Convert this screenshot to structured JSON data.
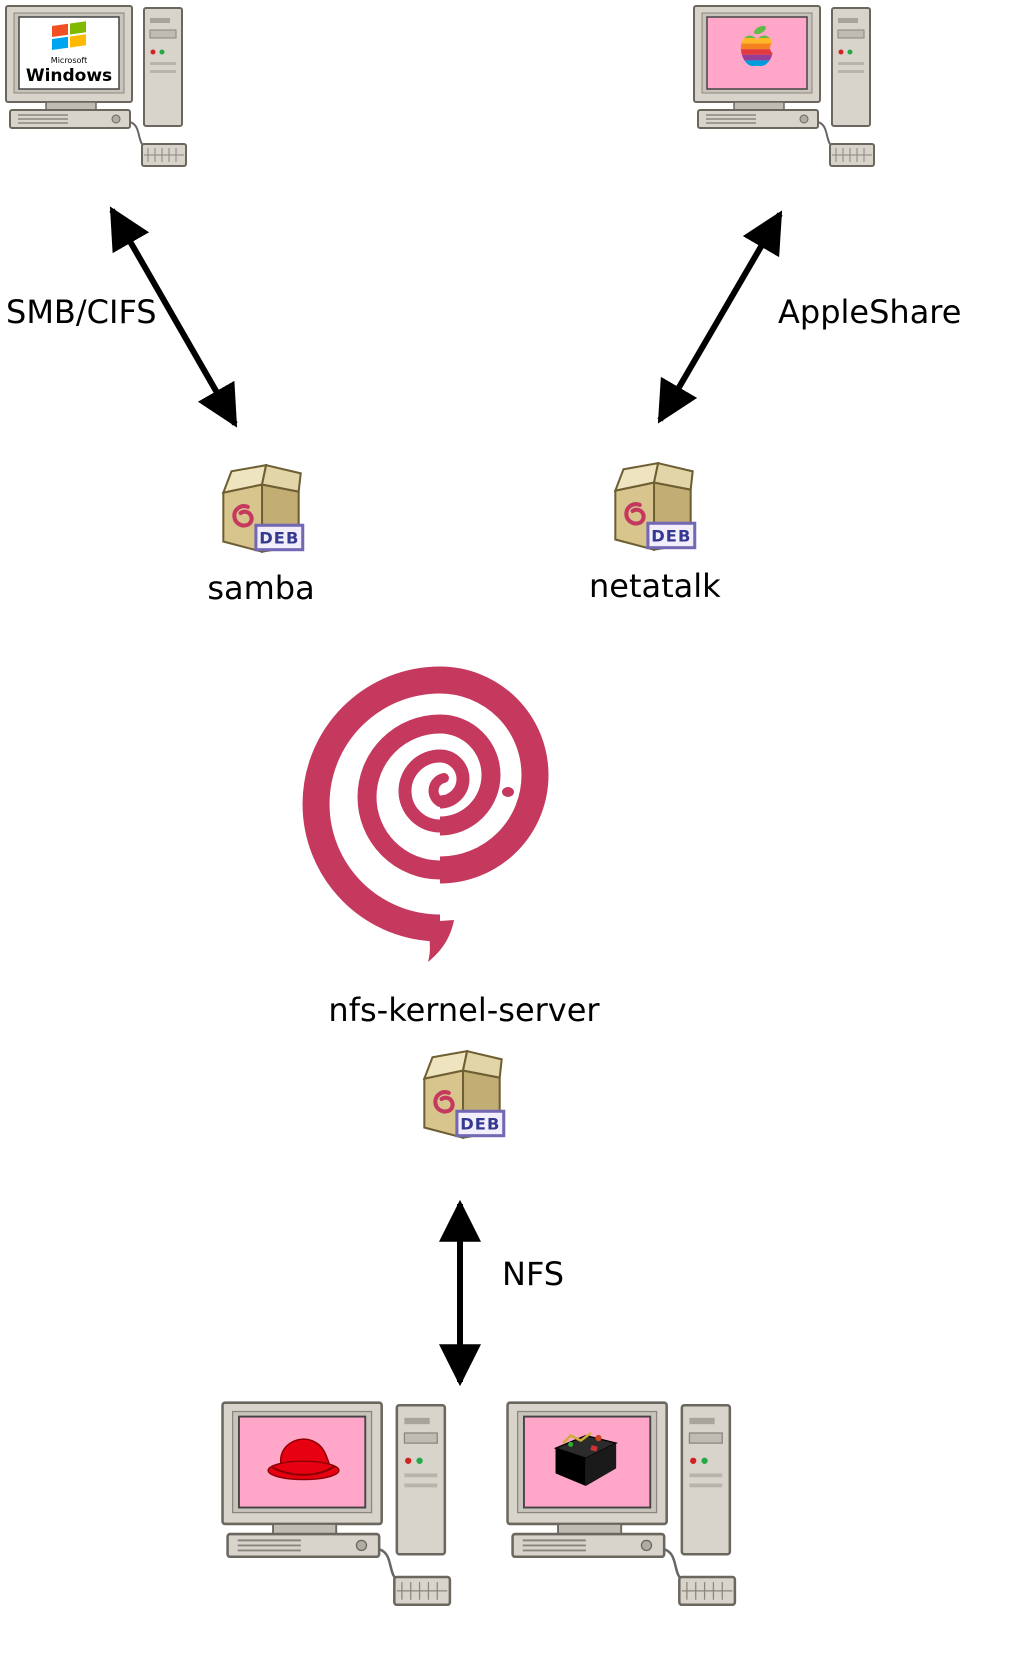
{
  "page": {
    "background": "#ffffff"
  },
  "diagram": {
    "protocol_labels": {
      "smb": "SMB/CIFS",
      "appleshare": "AppleShare",
      "nfs": "NFS"
    },
    "package_labels": {
      "samba": "samba",
      "netatalk": "netatalk",
      "nfs_kernel_server": "nfs-kernel-server"
    },
    "deb_badge": "DEB",
    "windows_logo_text": {
      "brand": "Microsoft",
      "product": "Windows"
    }
  },
  "icons": {
    "windows-computer": "desktop computer with Microsoft Windows logo on screen",
    "apple-computer": "desktop computer with rainbow Apple logo on pink screen",
    "redhat-computer": "desktop computer with red fedora logo on pink screen",
    "unix-computer": "desktop computer with black crate logo on pink screen",
    "deb-package-icon": "open tan cardboard box with Debian swirl and DEB badge",
    "debian-swirl-icon": "large red Debian spiral logo",
    "double-headed-arrow": "black double-headed connection arrow"
  },
  "colors": {
    "debian_red": "#c5395f",
    "screen_pink": "#ffa6c9",
    "case_gray": "#d8d4cb",
    "box_tan": "#d8c58e",
    "box_tan_dark": "#c2ad74",
    "box_flap": "#efe4c0",
    "badge_blue": "#333a8f",
    "badge_border": "#7368b4"
  }
}
